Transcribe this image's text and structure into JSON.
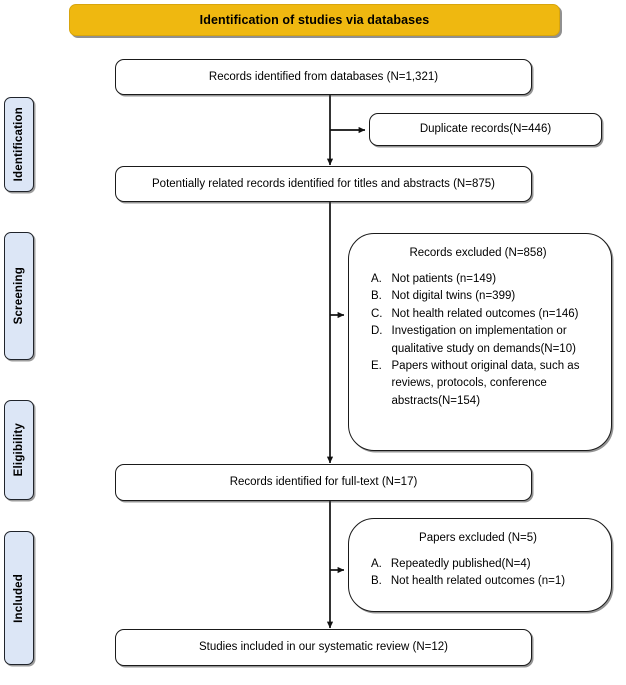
{
  "banner": {
    "title": "Identification of studies via databases"
  },
  "stages": [
    {
      "label": "Identification"
    },
    {
      "label": "Screening"
    },
    {
      "label": "Eligibility"
    },
    {
      "label": "Included"
    }
  ],
  "nodes": {
    "records_identified": "Records identified from databases (N=1,321)",
    "duplicates": "Duplicate records(N=446)",
    "potentially_related": "Potentially related records identified for titles and abstracts (N=875)",
    "records_excluded_title": "Records excluded (N=858)",
    "full_text": "Records identified for full-text (N=17)",
    "papers_excluded_title": "Papers excluded (N=5)",
    "included": "Studies included in our systematic review (N=12)"
  },
  "records_excluded_items": [
    {
      "key": "A.",
      "text": "Not patients (n=149)"
    },
    {
      "key": "B.",
      "text": "Not digital twins (n=399)"
    },
    {
      "key": "C.",
      "text": "Not health related outcomes (n=146)"
    },
    {
      "key": "D.",
      "text": "Investigation on implementation or qualitative study on demands(N=10)"
    },
    {
      "key": "E.",
      "text": "Papers without original data, such as reviews, protocols, conference abstracts(N=154)"
    }
  ],
  "papers_excluded_items": [
    {
      "key": "A.",
      "text": "Repeatedly published(N=4)"
    },
    {
      "key": "B.",
      "text": "Not health related outcomes (n=1)"
    }
  ],
  "colors": {
    "banner_fill": "#EFB810",
    "stage_fill": "#DCE6F6",
    "stroke": "#1a1a1a"
  }
}
